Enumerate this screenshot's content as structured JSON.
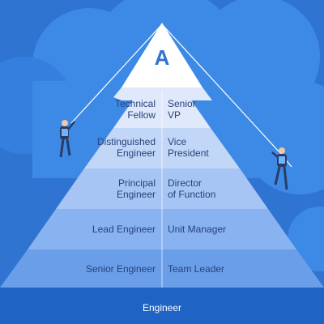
{
  "brand_letter": "A",
  "base_label": "Engineer",
  "levels": [
    {
      "left": "Technical\nFellow",
      "right": "Senior\nVP"
    },
    {
      "left": "Distinguished\nEngineer",
      "right": "Vice\nPresident"
    },
    {
      "left": "Principal\nEngineer",
      "right": "Director\nof Function"
    },
    {
      "left": "Lead Engineer",
      "right": "Unit Manager"
    },
    {
      "left": "Senior Engineer",
      "right": "Team Leader"
    }
  ],
  "colors": {
    "sky": "#2f74d0",
    "cloud": "#3d8ae6",
    "cloud_back": "#3580de",
    "tier_1": "#ffffff",
    "tier_2": "#dfe9fb",
    "tier_3": "#c2d7f7",
    "tier_4": "#a6c5f4",
    "tier_5": "#88b2f0",
    "tier_6": "#6a9ee9",
    "base": "#1f63c4",
    "label_text": "#27427a"
  },
  "icons": [
    "logo-a-icon",
    "climber-left-icon",
    "climber-right-icon",
    "rope-icon"
  ]
}
